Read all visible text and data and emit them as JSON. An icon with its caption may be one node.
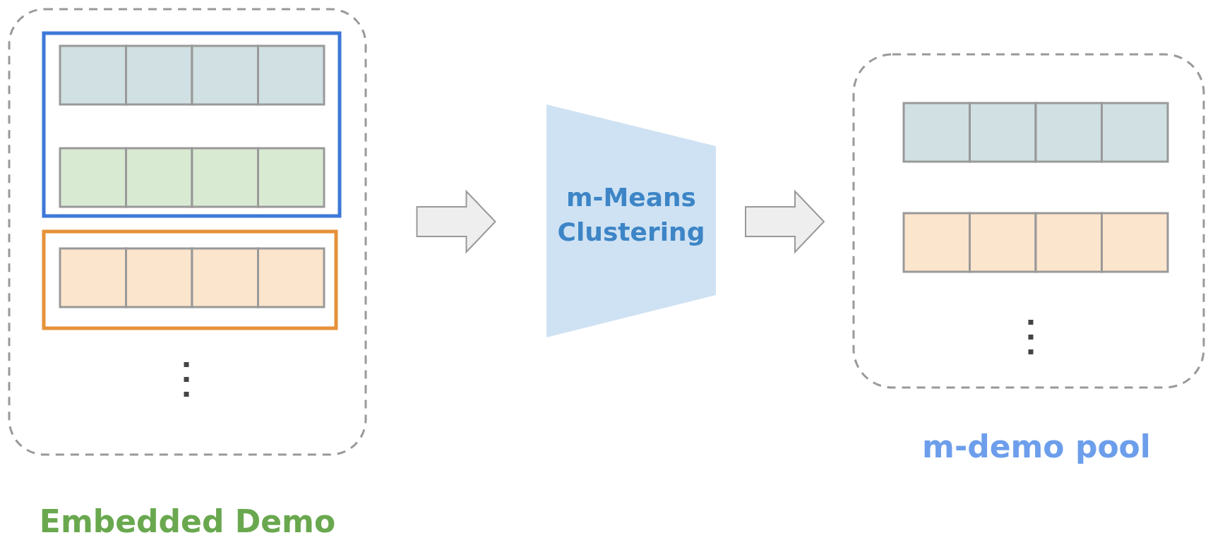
{
  "diagram": {
    "nodes": [
      {
        "text": [
          "Embedded Demo"
        ]
      },
      {
        "text": [
          "m-Means Clustering"
        ]
      },
      {
        "text": [
          "m-demo pool"
        ]
      }
    ],
    "edges": [
      {
        "from": 0,
        "to": 1,
        "arrow": "to"
      },
      {
        "from": 1,
        "to": 2,
        "arrow": "to"
      }
    ]
  }
}
